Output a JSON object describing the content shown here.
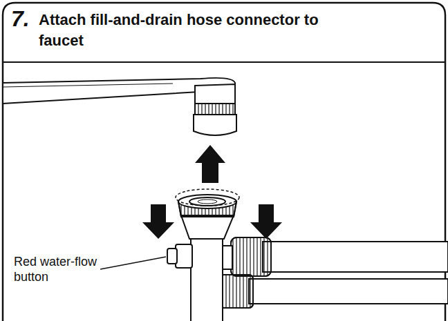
{
  "diagram": {
    "title": "Attach fill-and-drain hose connector to faucet",
    "labels": [
      "7.",
      "Red water-flow button"
    ]
  }
}
